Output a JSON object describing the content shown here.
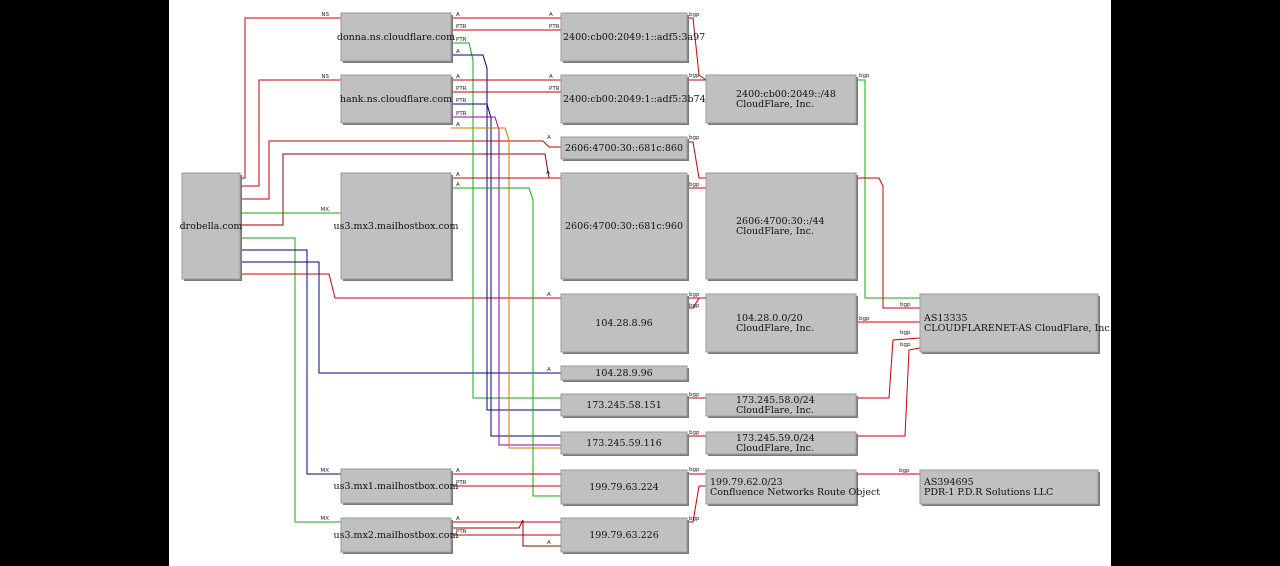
{
  "colors": {
    "red": "#cc0000",
    "dark_red": "#990000",
    "green": "#11aa11",
    "navy": "#000088",
    "purple": "#9900aa",
    "orange": "#cc7700",
    "node_fill": "#c0c0c0"
  },
  "nodes": [
    {
      "id": "drobella",
      "lines": [
        "drobella.com"
      ]
    },
    {
      "id": "donna",
      "lines": [
        "donna.ns.cloudflare.com"
      ]
    },
    {
      "id": "hank",
      "lines": [
        "hank.ns.cloudflare.com"
      ]
    },
    {
      "id": "mx3",
      "lines": [
        "us3.mx3.mailhostbox.com"
      ]
    },
    {
      "id": "mx1",
      "lines": [
        "us3.mx1.mailhostbox.com"
      ]
    },
    {
      "id": "mx2",
      "lines": [
        "us3.mx2.mailhostbox.com"
      ]
    },
    {
      "id": "ip6a",
      "lines": [
        "2400:cb00:2049:1::adf5:3a97"
      ]
    },
    {
      "id": "ip6b",
      "lines": [
        "2400:cb00:2049:1::adf5:3b74"
      ]
    },
    {
      "id": "ip6c",
      "lines": [
        "2606:4700:30::681c:860"
      ]
    },
    {
      "id": "ip6d",
      "lines": [
        "2606:4700:30::681c:960"
      ]
    },
    {
      "id": "ip4a",
      "lines": [
        "104.28.8.96"
      ]
    },
    {
      "id": "ip4b",
      "lines": [
        "104.28.9.96"
      ]
    },
    {
      "id": "ip4c",
      "lines": [
        "173.245.58.151"
      ]
    },
    {
      "id": "ip4d",
      "lines": [
        "173.245.59.116"
      ]
    },
    {
      "id": "ip4e",
      "lines": [
        "199.79.63.224"
      ]
    },
    {
      "id": "ip4f",
      "lines": [
        "199.79.63.226"
      ]
    },
    {
      "id": "pfx1",
      "lines": [
        "2400:cb00:2049::/48",
        "CloudFlare, Inc."
      ]
    },
    {
      "id": "pfx2",
      "lines": [
        "2606:4700:30::/44",
        "CloudFlare, Inc."
      ]
    },
    {
      "id": "pfx3",
      "lines": [
        "104.28.0.0/20",
        "CloudFlare, Inc."
      ]
    },
    {
      "id": "pfx4",
      "lines": [
        "173.245.58.0/24",
        "CloudFlare, Inc."
      ]
    },
    {
      "id": "pfx5",
      "lines": [
        "173.245.59.0/24",
        "CloudFlare, Inc."
      ]
    },
    {
      "id": "pfx6",
      "lines": [
        "199.79.62.0/23",
        "Confluence Networks Route Object"
      ]
    },
    {
      "id": "as1",
      "lines": [
        "AS13335",
        "CLOUDFLARENET-AS CloudFlare, Inc."
      ]
    },
    {
      "id": "as2",
      "lines": [
        "AS394695",
        "PDR-1 P.D.R Solutions LLC"
      ]
    }
  ],
  "edges": [
    {
      "from": "drobella",
      "to": "donna",
      "type": "NS",
      "color": "red"
    },
    {
      "from": "drobella",
      "to": "hank",
      "type": "NS",
      "color": "red"
    },
    {
      "from": "drobella",
      "to": "ip6c",
      "type": "A",
      "color": "red"
    },
    {
      "from": "drobella",
      "to": "mx3",
      "type": "MX",
      "color": "green"
    },
    {
      "from": "drobella",
      "to": "ip6d",
      "type": "A",
      "color": "dark_red"
    },
    {
      "from": "drobella",
      "to": "mx2",
      "type": "MX",
      "color": "green"
    },
    {
      "from": "drobella",
      "to": "mx1",
      "type": "MX",
      "color": "navy"
    },
    {
      "from": "drobella",
      "to": "ip4b",
      "type": "A",
      "color": "navy"
    },
    {
      "from": "drobella",
      "to": "ip4a",
      "type": "A",
      "color": "red"
    },
    {
      "from": "donna",
      "to": "ip6a",
      "type": "A",
      "color": "red"
    },
    {
      "from": "donna",
      "to": "ip6a",
      "type": "PTR",
      "color": "red"
    },
    {
      "from": "donna",
      "to": "ip4c",
      "type": "PTR",
      "color": "green"
    },
    {
      "from": "donna",
      "to": "ip4c",
      "type": "A",
      "color": "navy"
    },
    {
      "from": "hank",
      "to": "ip6b",
      "type": "A",
      "color": "red"
    },
    {
      "from": "hank",
      "to": "ip6b",
      "type": "PTR",
      "color": "red"
    },
    {
      "from": "hank",
      "to": "ip4d",
      "type": "PTR",
      "color": "navy"
    },
    {
      "from": "hank",
      "to": "ip4d",
      "type": "PTR",
      "color": "purple"
    },
    {
      "from": "hank",
      "to": "ip4d",
      "type": "A",
      "color": "orange"
    },
    {
      "from": "mx3",
      "to": "ip6d",
      "type": "A",
      "color": "red"
    },
    {
      "from": "mx3",
      "to": "ip4e",
      "type": "A",
      "color": "green"
    },
    {
      "from": "mx1",
      "to": "ip4e",
      "type": "A",
      "color": "red"
    },
    {
      "from": "mx1",
      "to": "ip4e",
      "type": "PTR",
      "color": "red"
    },
    {
      "from": "mx2",
      "to": "ip4f",
      "type": "A",
      "color": "red"
    },
    {
      "from": "mx2",
      "to": "ip4f",
      "type": "PTR",
      "color": "red"
    },
    {
      "from": "mx2",
      "to": "ip4f",
      "type": "A",
      "color": "dark_red"
    },
    {
      "from": "ip6a",
      "to": "pfx1",
      "type": "bgp",
      "color": "red"
    },
    {
      "from": "ip6b",
      "to": "pfx1",
      "type": "bgp",
      "color": "red"
    },
    {
      "from": "ip6c",
      "to": "pfx2",
      "type": "bgp",
      "color": "red"
    },
    {
      "from": "ip6d",
      "to": "pfx2",
      "type": "bgp",
      "color": "red"
    },
    {
      "from": "ip4a",
      "to": "pfx3",
      "type": "bgp",
      "color": "red"
    },
    {
      "from": "ip4b",
      "to": "pfx3",
      "type": "bgp",
      "color": "red"
    },
    {
      "from": "ip4c",
      "to": "pfx4",
      "type": "bgp",
      "color": "red"
    },
    {
      "from": "ip4d",
      "to": "pfx5",
      "type": "bgp",
      "color": "red"
    },
    {
      "from": "ip4e",
      "to": "pfx6",
      "type": "bgp",
      "color": "red"
    },
    {
      "from": "ip4f",
      "to": "pfx6",
      "type": "bgp",
      "color": "red"
    },
    {
      "from": "pfx1",
      "to": "as1",
      "type": "bgp",
      "color": "green"
    },
    {
      "from": "pfx2",
      "to": "as1",
      "type": "bgp",
      "color": "red"
    },
    {
      "from": "pfx3",
      "to": "as1",
      "type": "bgp",
      "color": "red"
    },
    {
      "from": "pfx4",
      "to": "as1",
      "type": "bgp",
      "color": "red"
    },
    {
      "from": "pfx5",
      "to": "as1",
      "type": "bgp",
      "color": "red"
    },
    {
      "from": "pfx6",
      "to": "as2",
      "type": "bgp",
      "color": "red"
    }
  ]
}
